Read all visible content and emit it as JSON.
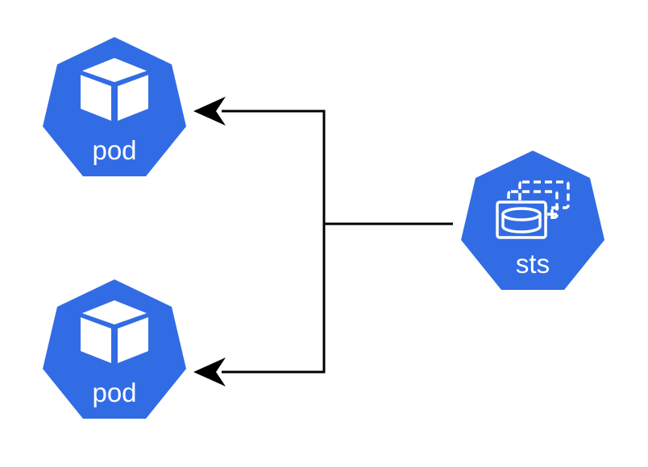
{
  "colors": {
    "node_fill": "#326CE5",
    "node_icon": "#ffffff",
    "connector": "#000000",
    "background": "#ffffff"
  },
  "nodes": {
    "pod_top": {
      "label": "pod",
      "icon": "cube-icon"
    },
    "pod_bottom": {
      "label": "pod",
      "icon": "cube-icon"
    },
    "sts": {
      "label": "sts",
      "icon": "statefulset-icon"
    }
  },
  "edges": [
    {
      "from": "sts",
      "to": "pod_top"
    },
    {
      "from": "sts",
      "to": "pod_bottom"
    }
  ]
}
